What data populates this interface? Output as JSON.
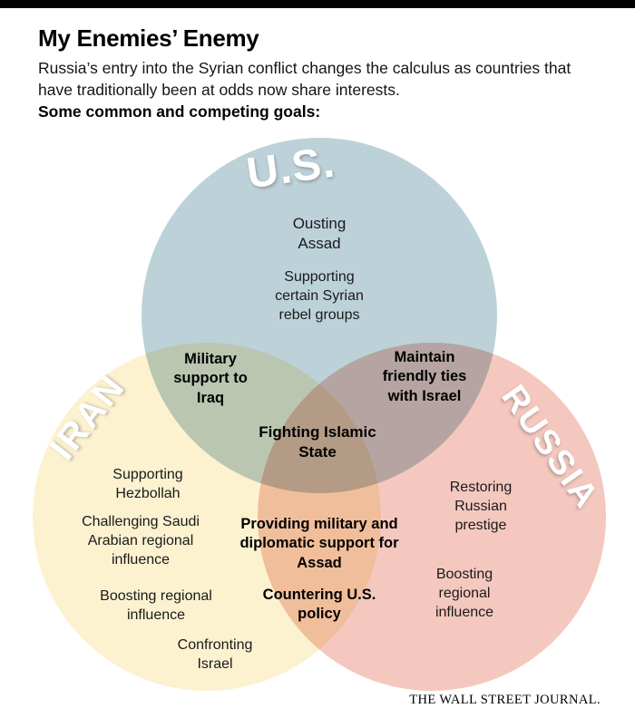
{
  "header": {
    "title": "My Enemies’ Enemy",
    "subtitle": "Russia’s entry into the Syrian conflict changes the calculus as countries that have traditionally been at odds now share interests.",
    "subtitle_bold": "Some common and competing goals:"
  },
  "venn": {
    "colors": {
      "us": "#bdd1d9",
      "iran": "#fcf2d0",
      "russia": "#f4c8bf"
    },
    "us": {
      "label": "U.S.",
      "items": {
        "ousting_assad": "Ousting Assad",
        "rebel_groups": "Supporting certain Syrian rebel groups"
      }
    },
    "iran": {
      "label": "IRAN",
      "items": {
        "hezbollah": "Supporting Hezbollah",
        "saudi": "Challenging Saudi Arabian regional influence",
        "regional": "Boosting regional influence",
        "israel": "Confronting Israel"
      }
    },
    "russia": {
      "label": "RUSSIA",
      "items": {
        "prestige": "Restoring Russian prestige",
        "regional": "Boosting regional influence"
      }
    },
    "overlaps": {
      "us_iran": "Military support to Iraq",
      "us_russia": "Maintain friendly ties with Israel",
      "iran_russia_assad": "Providing military and diplomatic support for Assad",
      "iran_russia_policy": "Countering U.S. policy",
      "center": "Fighting Islamic State"
    }
  },
  "footer": {
    "brand": "THE WALL STREET JOURNAL."
  }
}
